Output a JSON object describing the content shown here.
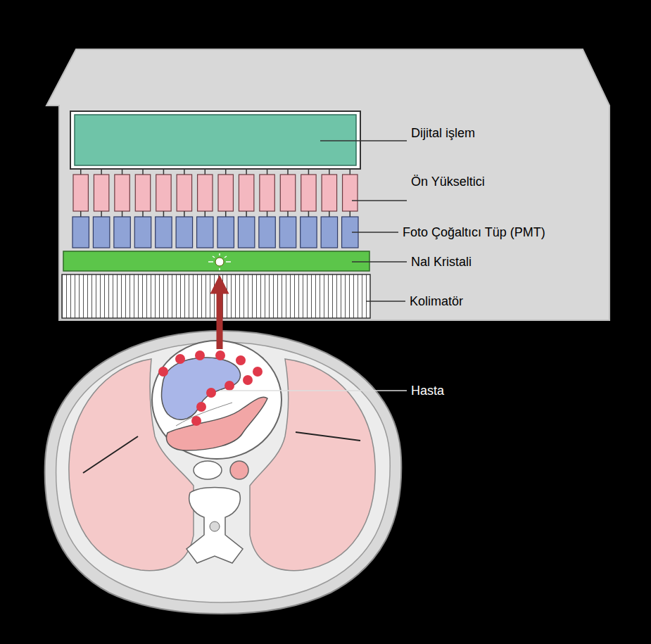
{
  "diagram": {
    "labels": [
      "Dijital işlem",
      "Ön Yükseltici",
      "Foto Çoğaltıcı Tüp (PMT)",
      "Nal Kristali",
      "Kolimatör",
      "Hasta"
    ]
  }
}
